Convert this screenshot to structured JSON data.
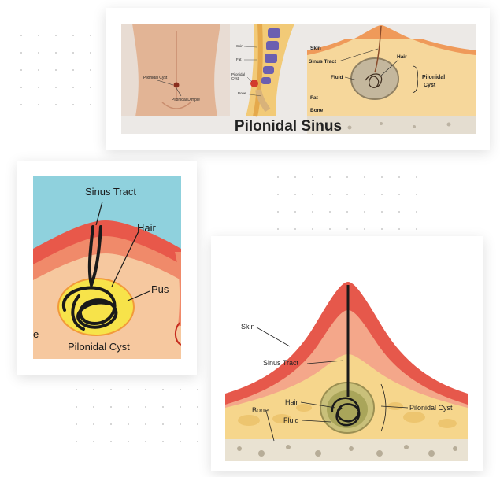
{
  "top_card": {
    "title": "Pilonidal Sinus",
    "body_labels": {
      "cyst": "Pilonidal Cyst",
      "dimple": "Pilonidal Dimple"
    },
    "spine_labels": {
      "skin": "Skin",
      "fat": "Fat",
      "cyst": "Pilonidal\nCyst",
      "bone": "Bone"
    },
    "cross_labels": {
      "skin": "Skin",
      "sinus_tract": "Sinus Tract",
      "hair": "Hair",
      "fluid": "Fluid",
      "pilonidal": "Pilonidal",
      "cyst": "Cyst",
      "fat": "Fat",
      "bone": "Bone"
    }
  },
  "left_card": {
    "labels": {
      "sinus_tract": "Sinus Tract",
      "hair": "Hair",
      "pus": "Pus",
      "pilonidal_cyst": "Pilonidal Cyst",
      "edge_letter": "e"
    }
  },
  "right_card": {
    "labels": {
      "skin": "Skin",
      "sinus_tract": "Sinus Tract",
      "hair": "Hair",
      "fluid": "Fluid",
      "bone": "Bone",
      "pilonidal_cyst": "Pilonidal Cyst"
    }
  },
  "colors": {
    "skin_red": "#e8584a",
    "skin_light": "#f2a07c",
    "fat_yellow": "#f6d68c",
    "cyst_yellow": "#f7e34a",
    "sky_blue": "#8fd1dd",
    "hair": "#1a1a1a",
    "bone": "#e9e2d2"
  }
}
